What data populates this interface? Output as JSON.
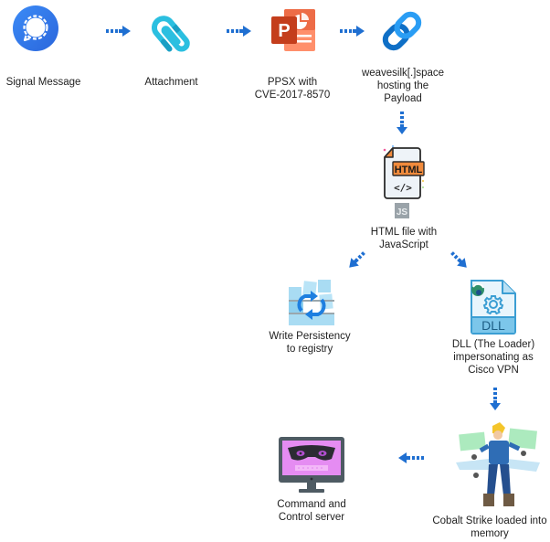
{
  "diagram": {
    "nodes": {
      "signal": {
        "label_lines": [
          "Signal Message"
        ],
        "icon": "signal-chat-icon"
      },
      "attachment": {
        "label_lines": [
          "Attachment"
        ],
        "icon": "paperclip-icon"
      },
      "ppsx": {
        "label_lines": [
          "PPSX with",
          "CVE-2017-8570"
        ],
        "icon": "powerpoint-icon",
        "icon_letter": "P"
      },
      "payload_host": {
        "label_lines": [
          "weavesilk[.]space",
          "hosting the",
          "Payload"
        ],
        "icon": "link-chain-icon"
      },
      "html_file": {
        "label_lines": [
          "HTML file with",
          "JavaScript"
        ],
        "icon": "html-file-icon",
        "badge": "HTML",
        "code_glyph": "</>",
        "js_badge": "JS"
      },
      "persistency": {
        "label_lines": [
          "Write Persistency",
          "to registry"
        ],
        "icon": "registry-sync-icon"
      },
      "dll": {
        "label_lines": [
          "DLL (The Loader)",
          "impersonating as",
          "Cisco VPN"
        ],
        "icon": "dll-file-icon",
        "badge": "DLL"
      },
      "cobalt": {
        "label_lines": [
          "Cobalt Strike loaded into",
          "memory"
        ],
        "icon": "cobalt-strike-hero-icon"
      },
      "c2": {
        "label_lines": [
          "Command and",
          "Control server"
        ],
        "icon": "hacker-monitor-icon"
      }
    },
    "edges": [
      {
        "from": "signal",
        "to": "attachment",
        "direction": "right"
      },
      {
        "from": "attachment",
        "to": "ppsx",
        "direction": "right"
      },
      {
        "from": "ppsx",
        "to": "payload_host",
        "direction": "right"
      },
      {
        "from": "payload_host",
        "to": "html_file",
        "direction": "down"
      },
      {
        "from": "html_file",
        "to": "persistency",
        "direction": "down-left"
      },
      {
        "from": "html_file",
        "to": "dll",
        "direction": "down-right"
      },
      {
        "from": "dll",
        "to": "cobalt",
        "direction": "down"
      },
      {
        "from": "cobalt",
        "to": "c2",
        "direction": "left"
      }
    ],
    "colors": {
      "arrow": "#1f6fd1",
      "signal_blue": "#3a76f0",
      "clip_cyan": "#2bbfe0",
      "ppt_orange": "#d24726",
      "link_blue": "#1b8fe0",
      "html_orange": "#f08a3c",
      "dll_blue": "#4aa8d8",
      "c2_pink": "#e58cf2",
      "monitor_gray": "#4e5b63"
    }
  }
}
